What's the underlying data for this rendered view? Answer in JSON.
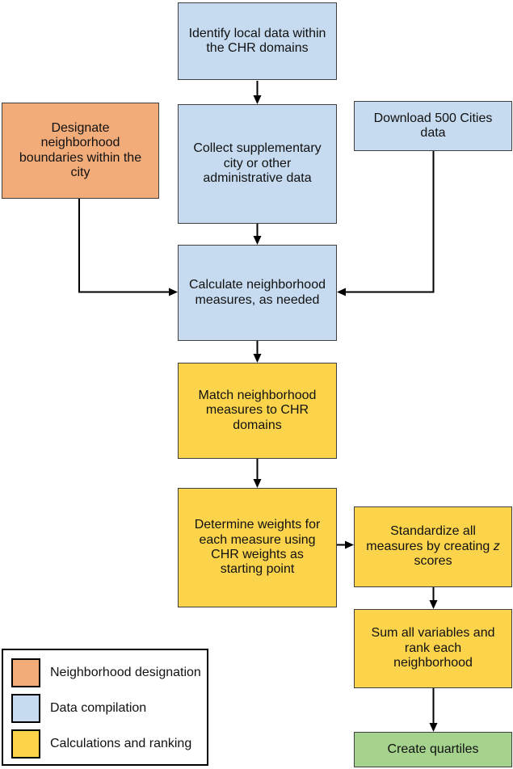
{
  "diagram": {
    "colors": {
      "neighborhood_designation": "#F2AC79",
      "data_compilation": "#C6DBEF",
      "calculations_and_ranking": "#FBD44C",
      "final_step_green": "#A5D38E",
      "node_border": "#3f3f3f",
      "arrow": "#000000",
      "background": "#ffffff"
    },
    "nodes": {
      "identify": {
        "label": "Identify local data within\nthe CHR domains"
      },
      "designate": {
        "label": "Designate\nneighborhood\nboundaries within the\ncity"
      },
      "collect": {
        "label": "Collect supplementary\ncity or other\nadministrative data"
      },
      "download": {
        "label": "Download 500 Cities\ndata"
      },
      "calculate": {
        "label": "Calculate neighborhood\nmeasures, as needed"
      },
      "match": {
        "label": "Match neighborhood\nmeasures to CHR\ndomains"
      },
      "standardize": {
        "pre": "Standardize all\nmeasures by creating ",
        "italic": "z",
        "post": "\nscores"
      },
      "determine": {
        "label": "Determine weights for\neach measure using\nCHR weights as\nstarting point"
      },
      "sum": {
        "label": "Sum all variables and\nrank each\nneighborhood"
      },
      "quartiles": {
        "label": "Create quartiles"
      }
    },
    "legend": {
      "items": [
        {
          "label": "Neighborhood designation",
          "color": "#F2AC79"
        },
        {
          "label": "Data compilation",
          "color": "#C6DBEF"
        },
        {
          "label": "Calculations and ranking",
          "color": "#FBD44C"
        }
      ]
    }
  }
}
